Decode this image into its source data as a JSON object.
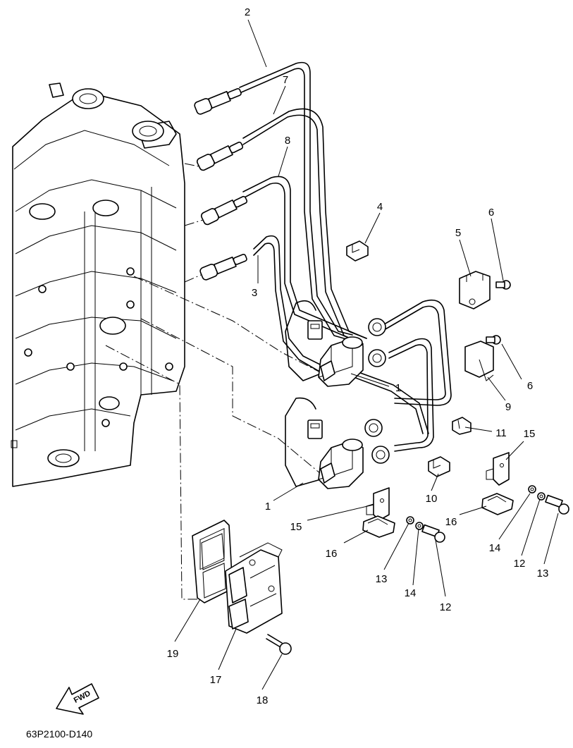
{
  "diagram": {
    "drawing_code": "63P2100-D140",
    "fwd_label": "FWD",
    "callouts": [
      "2",
      "7",
      "8",
      "4",
      "6",
      "5",
      "3",
      "1",
      "6",
      "9",
      "11",
      "15",
      "1",
      "10",
      "15",
      "16",
      "16",
      "14",
      "13",
      "12",
      "14",
      "13",
      "12",
      "19",
      "17",
      "18"
    ]
  }
}
